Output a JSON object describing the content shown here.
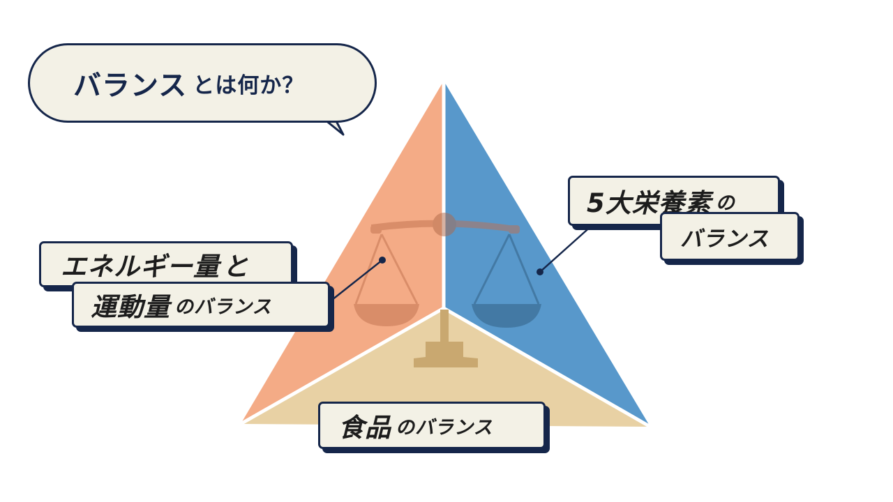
{
  "title": {
    "main": "バランス",
    "sub": "とは何か？"
  },
  "labels": {
    "energy": {
      "line1_main": "エネルギー量",
      "line1_tail": "と",
      "line2_main": "運動量",
      "line2_tail": "のバランス"
    },
    "nutrients": {
      "line1_main": "5大栄養素",
      "line1_tail": "の",
      "line2": "バランス"
    },
    "food": {
      "main": "食品",
      "tail": "のバランス"
    }
  },
  "colors": {
    "left_face": "#f4ab86",
    "right_face": "#5898cb",
    "bottom_face": "#e8d1a4",
    "outline": "#15264a",
    "label_bg": "#f3f1e6"
  },
  "icons": {
    "center": "balance-scale-icon"
  }
}
